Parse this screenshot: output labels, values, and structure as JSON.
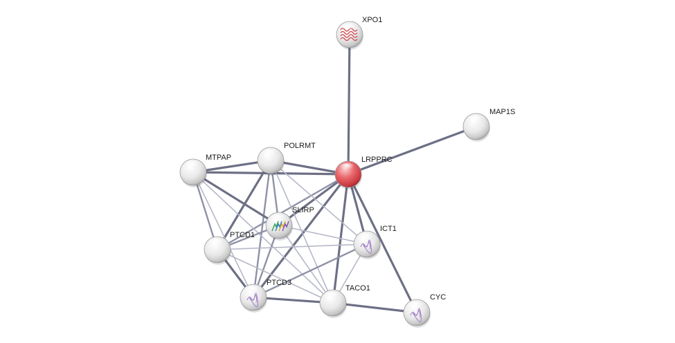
{
  "network": {
    "nodes": [
      {
        "id": "XPO1",
        "label": "XPO1",
        "highlight": false,
        "structure": "helix"
      },
      {
        "id": "MAP1S",
        "label": "MAP1S",
        "highlight": false,
        "structure": "none"
      },
      {
        "id": "LRPPRC",
        "label": "LRPPRC",
        "highlight": true,
        "structure": "none"
      },
      {
        "id": "POLRMT",
        "label": "POLRMT",
        "highlight": false,
        "structure": "none"
      },
      {
        "id": "MTPAP",
        "label": "MTPAP",
        "highlight": false,
        "structure": "none"
      },
      {
        "id": "SLIRP",
        "label": "SLIRP",
        "highlight": false,
        "structure": "ribbon"
      },
      {
        "id": "ICT1",
        "label": "ICT1",
        "highlight": false,
        "structure": "fold"
      },
      {
        "id": "PTCD1",
        "label": "PTCD1",
        "highlight": false,
        "structure": "none"
      },
      {
        "id": "PTCD3",
        "label": "PTCD3",
        "highlight": false,
        "structure": "fold"
      },
      {
        "id": "TACO1",
        "label": "TACO1",
        "highlight": false,
        "structure": "none"
      },
      {
        "id": "CYC",
        "label": "CYC",
        "highlight": false,
        "structure": "fold"
      }
    ],
    "edges": [
      {
        "source": "LRPPRC",
        "target": "XPO1",
        "strength": "strong"
      },
      {
        "source": "LRPPRC",
        "target": "MAP1S",
        "strength": "strong"
      },
      {
        "source": "LRPPRC",
        "target": "POLRMT",
        "strength": "strong"
      },
      {
        "source": "LRPPRC",
        "target": "MTPAP",
        "strength": "strong"
      },
      {
        "source": "LRPPRC",
        "target": "SLIRP",
        "strength": "strong"
      },
      {
        "source": "LRPPRC",
        "target": "ICT1",
        "strength": "strong"
      },
      {
        "source": "LRPPRC",
        "target": "PTCD1",
        "strength": "medium"
      },
      {
        "source": "LRPPRC",
        "target": "PTCD3",
        "strength": "strong"
      },
      {
        "source": "LRPPRC",
        "target": "TACO1",
        "strength": "strong"
      },
      {
        "source": "LRPPRC",
        "target": "CYC",
        "strength": "strong"
      },
      {
        "source": "POLRMT",
        "target": "MTPAP",
        "strength": "strong"
      },
      {
        "source": "POLRMT",
        "target": "SLIRP",
        "strength": "medium"
      },
      {
        "source": "POLRMT",
        "target": "PTCD1",
        "strength": "strong"
      },
      {
        "source": "POLRMT",
        "target": "PTCD3",
        "strength": "medium"
      },
      {
        "source": "POLRMT",
        "target": "ICT1",
        "strength": "weak"
      },
      {
        "source": "POLRMT",
        "target": "TACO1",
        "strength": "weak"
      },
      {
        "source": "MTPAP",
        "target": "SLIRP",
        "strength": "strong"
      },
      {
        "source": "MTPAP",
        "target": "PTCD1",
        "strength": "medium"
      },
      {
        "source": "MTPAP",
        "target": "PTCD3",
        "strength": "weak"
      },
      {
        "source": "MTPAP",
        "target": "TACO1",
        "strength": "weak"
      },
      {
        "source": "SLIRP",
        "target": "PTCD1",
        "strength": "medium"
      },
      {
        "source": "SLIRP",
        "target": "PTCD3",
        "strength": "medium"
      },
      {
        "source": "SLIRP",
        "target": "ICT1",
        "strength": "weak"
      },
      {
        "source": "SLIRP",
        "target": "TACO1",
        "strength": "weak"
      },
      {
        "source": "PTCD1",
        "target": "PTCD3",
        "strength": "strong"
      },
      {
        "source": "PTCD1",
        "target": "ICT1",
        "strength": "weak"
      },
      {
        "source": "PTCD1",
        "target": "TACO1",
        "strength": "weak"
      },
      {
        "source": "PTCD3",
        "target": "ICT1",
        "strength": "medium"
      },
      {
        "source": "PTCD3",
        "target": "TACO1",
        "strength": "strong"
      },
      {
        "source": "ICT1",
        "target": "TACO1",
        "strength": "weak"
      },
      {
        "source": "TACO1",
        "target": "CYC",
        "strength": "strong"
      }
    ],
    "colors": {
      "edge_strong": "#6d7085",
      "edge_medium": "#8e91a6",
      "edge_weak": "#b5b8c8",
      "node_default": "#e6e6e6",
      "node_highlight": "#d9383e",
      "node_rim": "#9a9a9a",
      "label": "#1a1a1a"
    }
  }
}
